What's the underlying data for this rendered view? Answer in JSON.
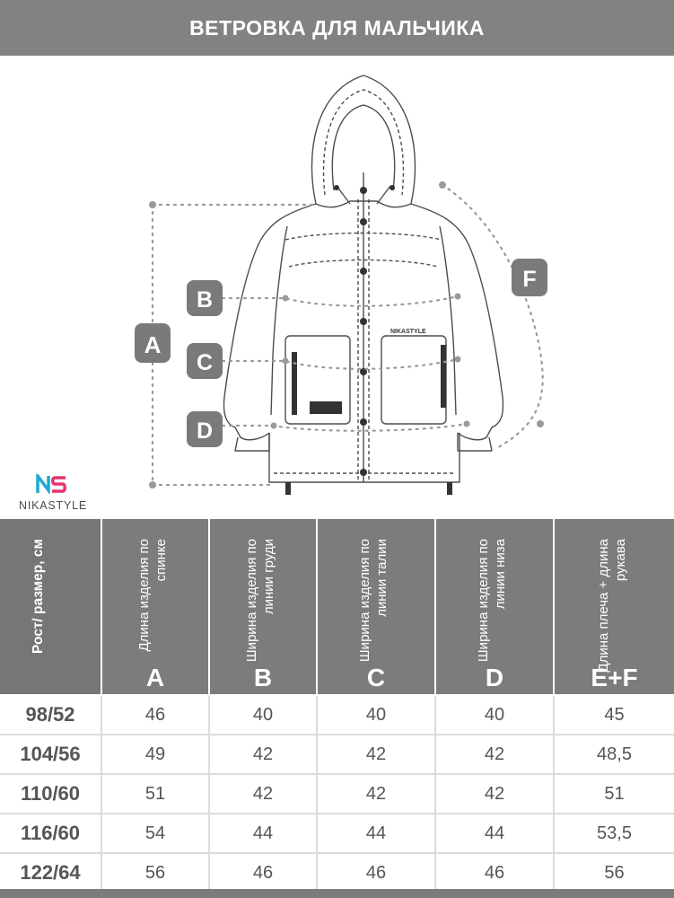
{
  "title": "ВЕТРОВКА ДЛЯ МАЛЬЧИКА",
  "brand": {
    "name": "NIKASTYLE",
    "mark": "NS",
    "mark_colors": [
      "#1ea8d6",
      "#e8336d"
    ]
  },
  "jacket": {
    "chest_label": "NIKASTYLE"
  },
  "measure_labels": {
    "a": "A",
    "b": "B",
    "c": "C",
    "d": "D",
    "f": "F"
  },
  "table": {
    "size_header": "Рост/ размер, см",
    "columns": [
      {
        "label": "Длина изделия по спинке",
        "letter": "A"
      },
      {
        "label": "Ширина изделия по линии груди",
        "letter": "B"
      },
      {
        "label": "Ширина изделия по линии талии",
        "letter": "C"
      },
      {
        "label": "Ширина изделия по линии низа",
        "letter": "D"
      },
      {
        "label": "Длина плеча + длина рукава",
        "letter": "E+F"
      }
    ],
    "rows": [
      {
        "size": "98/52",
        "values": [
          "46",
          "40",
          "40",
          "40",
          "45"
        ]
      },
      {
        "size": "104/56",
        "values": [
          "49",
          "42",
          "42",
          "42",
          "48,5"
        ]
      },
      {
        "size": "110/60",
        "values": [
          "51",
          "42",
          "42",
          "42",
          "51"
        ]
      },
      {
        "size": "116/60",
        "values": [
          "54",
          "44",
          "44",
          "44",
          "53,5"
        ]
      },
      {
        "size": "122/64",
        "values": [
          "56",
          "46",
          "46",
          "46",
          "56"
        ]
      }
    ]
  },
  "colors": {
    "header_bg": "#828282",
    "label_box": "#7a7a7a",
    "table_header_bg": "#7c7c7c"
  }
}
